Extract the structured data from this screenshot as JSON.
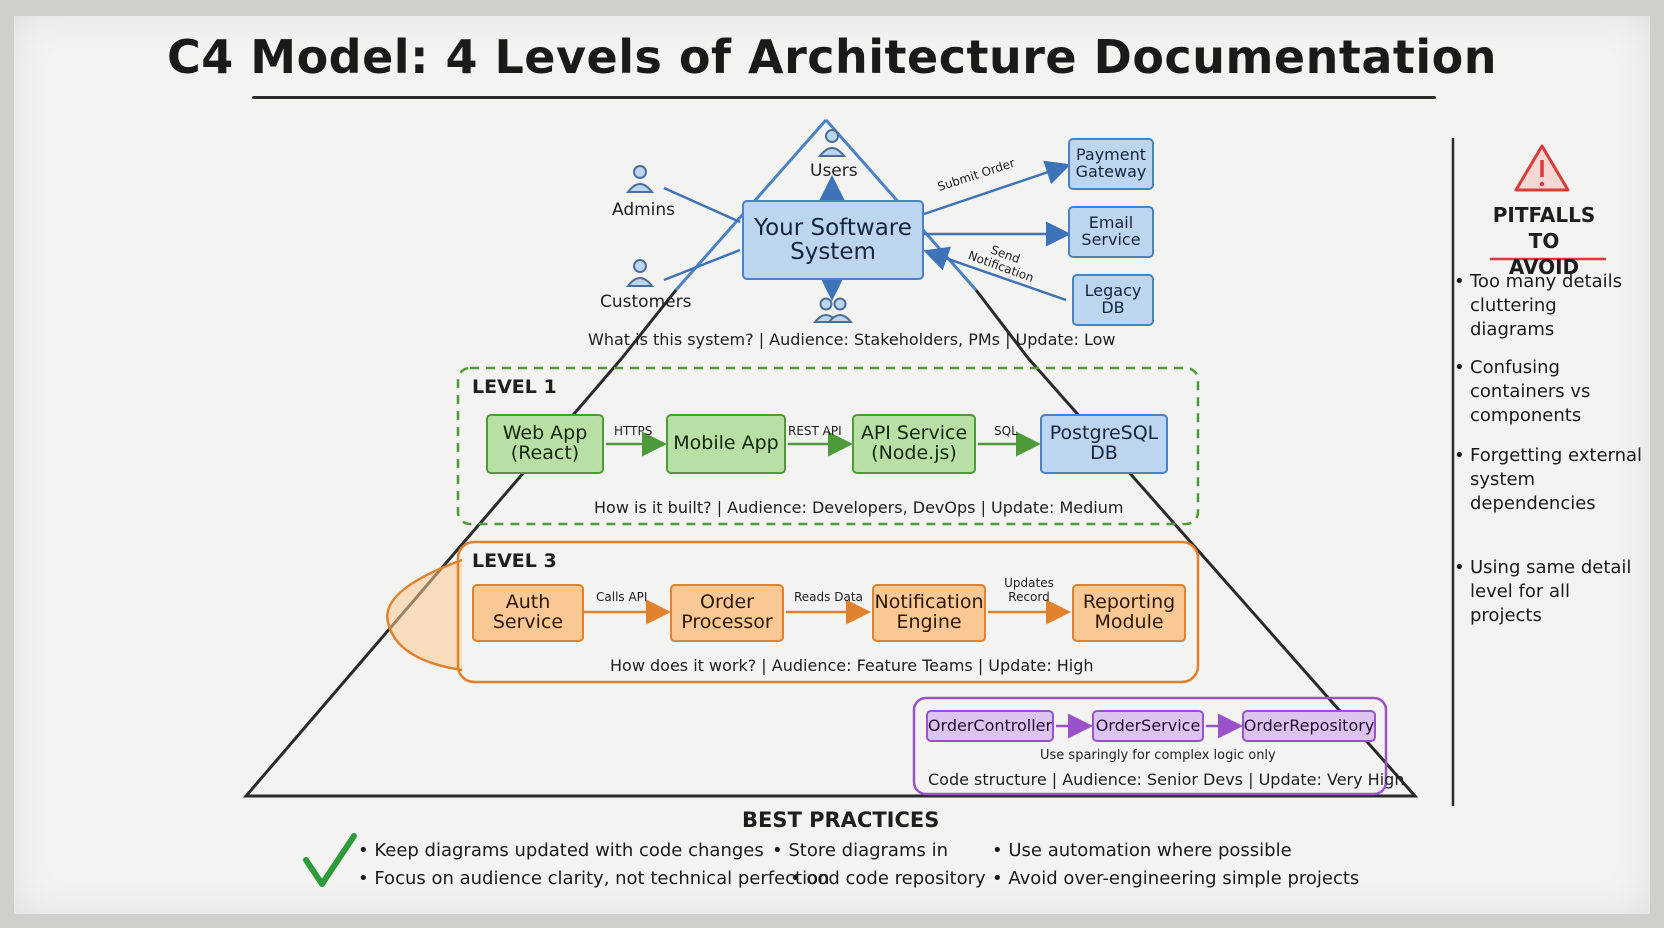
{
  "title": "C4 Model: 4 Levels of Architecture Documentation",
  "context": {
    "system": "Your Software System",
    "actors": {
      "users": "Users",
      "admins": "Admins",
      "customers": "Customers"
    },
    "external": {
      "payment": "Payment Gateway",
      "email": "Email Service",
      "legacy": "Legacy DB"
    },
    "edges": {
      "submit_order": "Submit Order",
      "send_notification": "Send Notification"
    },
    "caption": "What is this system? | Audience: Stakeholders, PMs | Update: Low"
  },
  "level1": {
    "label": "LEVEL 1",
    "boxes": [
      "Web App (React)",
      "Mobile App",
      "API Service (Node.js)",
      "PostgreSQL DB"
    ],
    "edges": [
      "HTTPS",
      "REST API",
      "SQL"
    ],
    "caption": "How is it built? | Audience: Developers, DevOps | Update: Medium"
  },
  "level3": {
    "label": "LEVEL 3",
    "boxes": [
      "Auth Service",
      "Order Processor",
      "Notification Engine",
      "Reporting Module"
    ],
    "edges": [
      "Calls API",
      "Reads Data",
      "Updates Record"
    ],
    "caption": "How does it work? | Audience: Feature Teams | Update: High"
  },
  "code": {
    "boxes": [
      "OrderController",
      "OrderService",
      "OrderRepository"
    ],
    "note": "Use sparingly for complex logic only",
    "caption": "Code structure | Audience: Senior Devs | Update: Very High"
  },
  "pitfalls": {
    "title": "PITFALLS TO AVOID",
    "items": [
      "Too many details cluttering diagrams",
      "Confusing containers vs components",
      "Forgetting external system dependencies",
      "Using same detail level for all projects"
    ]
  },
  "best_practices": {
    "title": "BEST PRACTICES",
    "items": [
      "Keep diagrams updated with code changes",
      "Store diagrams in",
      "Use automation where possible",
      "Focus on audience clarity, not technical perfection",
      "ood code repository",
      "Avoid over-engineering simple projects"
    ]
  },
  "colors": {
    "context": "#4b82c4",
    "container": "#4e9a3a",
    "component": "#e0812e",
    "code": "#9a52c9",
    "warning": "#d93a3a",
    "check": "#2f9a3a"
  }
}
